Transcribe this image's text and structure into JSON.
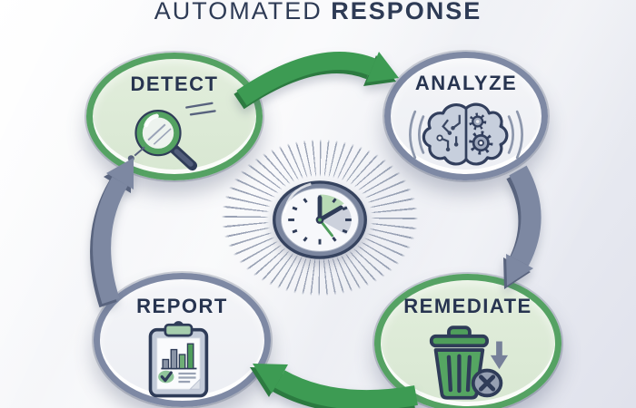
{
  "title": {
    "word_regular": "AUTOMATED",
    "word_bold": "RESPONSE"
  },
  "diagram": {
    "type": "cycle",
    "sequence": [
      "DETECT",
      "ANALYZE",
      "REMEDIATE",
      "REPORT"
    ],
    "nodes": [
      {
        "label": "DETECT",
        "icon": "magnifier-search-icon",
        "theme": "green"
      },
      {
        "label": "ANALYZE",
        "icon": "ai-brain-circuit-icon",
        "theme": "gray"
      },
      {
        "label": "REMEDIATE",
        "icon": "trash-delete-icon",
        "theme": "green"
      },
      {
        "label": "REPORT",
        "icon": "clipboard-chart-icon",
        "theme": "gray"
      }
    ],
    "center": {
      "icon": "clock-icon"
    },
    "arrows": [
      {
        "from": "DETECT",
        "to": "ANALYZE",
        "color": "green"
      },
      {
        "from": "ANALYZE",
        "to": "REMEDIATE",
        "color": "gray"
      },
      {
        "from": "REMEDIATE",
        "to": "REPORT",
        "color": "green"
      },
      {
        "from": "REPORT",
        "to": "DETECT",
        "color": "gray"
      }
    ]
  },
  "colors": {
    "navy_text": "#2e3b55",
    "green": "#4f9d5c",
    "green_ring": "#55a263",
    "green_fill": "#dfeddb",
    "green_arrow": "#3d9b53",
    "gray_blue_ring": "#7e89a4",
    "gray_fill": "#eef0f4",
    "gray_arrow": "#7d88a2",
    "background": "#eef0f5"
  }
}
